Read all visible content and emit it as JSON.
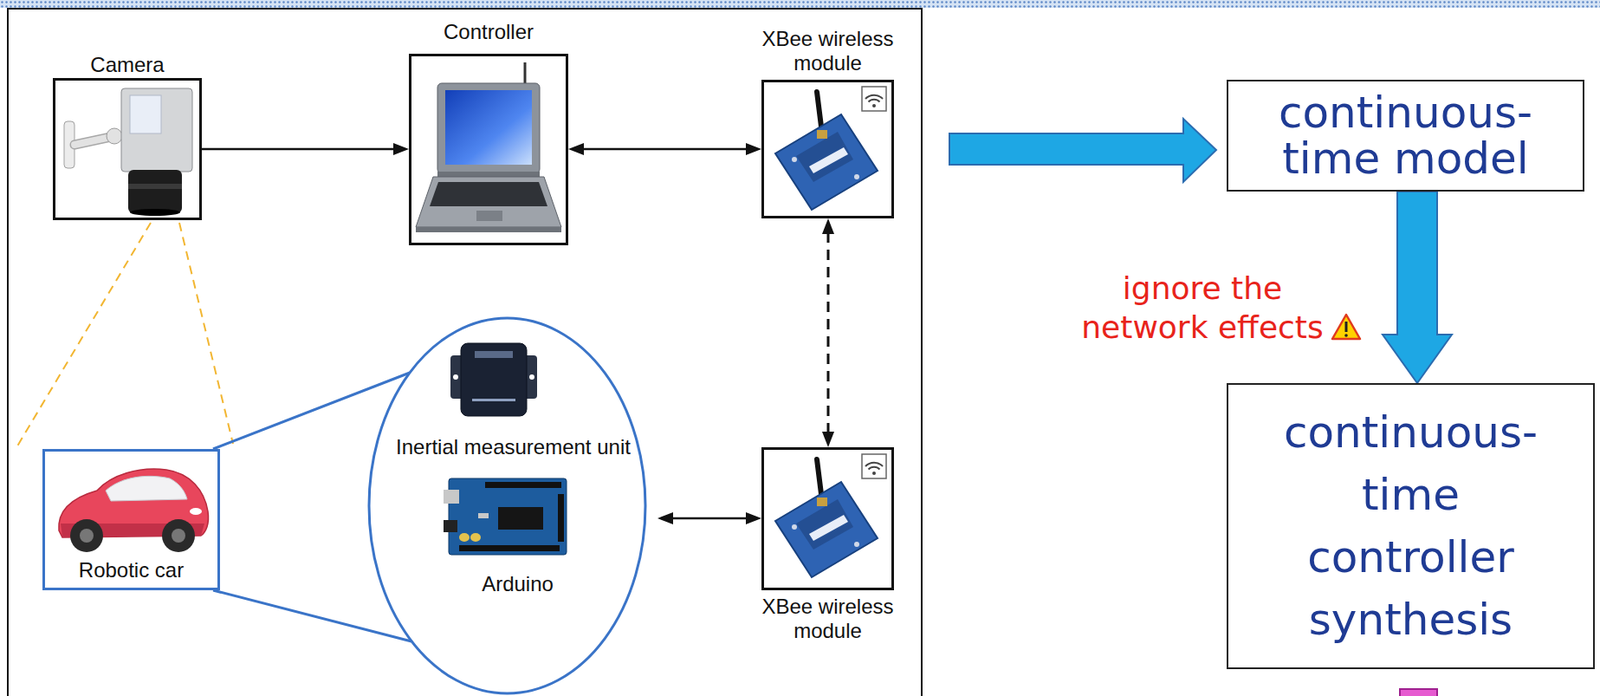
{
  "diagram": {
    "nodes": [
      {
        "text": [
          "Camera"
        ]
      },
      {
        "text": [
          "Controller"
        ]
      },
      {
        "text": [
          "XBee wireless module"
        ]
      },
      {
        "text": [
          "Robotic car"
        ]
      },
      {
        "text": [
          "Inertial measurement unit"
        ]
      },
      {
        "text": [
          "Arduino"
        ]
      },
      {
        "text": [
          "XBee wireless module"
        ]
      },
      {
        "text": [
          "continuous- time model"
        ]
      },
      {
        "text": [
          "continuous- time controller synthesis"
        ]
      }
    ],
    "edges": [
      {
        "from": 0,
        "to": 1,
        "arrow": "to"
      },
      {
        "from": 1,
        "to": 2,
        "arrow": "both"
      },
      {
        "from": 2,
        "to": 6,
        "arrow": "both"
      },
      {
        "from": 5,
        "to": 6,
        "arrow": "both"
      },
      {
        "from": 7,
        "to": 8,
        "arrow": "to"
      }
    ],
    "labels": [
      "ignore the network effects"
    ]
  }
}
